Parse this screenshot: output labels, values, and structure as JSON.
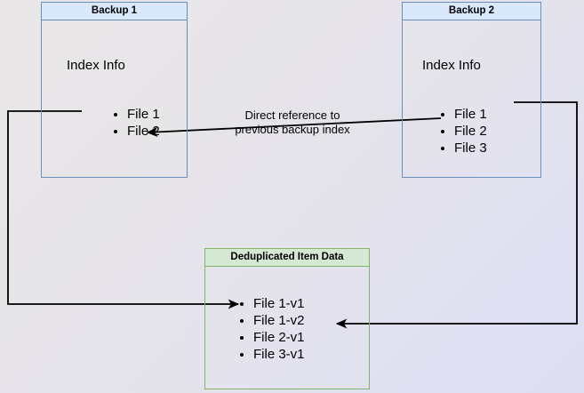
{
  "diagram": {
    "title_hidden": "",
    "background": {
      "from_color": "#e9e7e7",
      "to_color": "#dedef3"
    },
    "colors": {
      "blue_fill": "#dae8fc",
      "blue_stroke": "#6c8ebf",
      "green_fill": "#d5e8d4",
      "green_stroke": "#82b366",
      "edge_stroke": "#000000",
      "text": "#000000"
    },
    "nodes": {
      "backup1": {
        "header": "Backup 1",
        "subtitle": "Index Info",
        "items": [
          "File 1",
          "File 2"
        ]
      },
      "backup2": {
        "header": "Backup 2",
        "subtitle": "Index Info",
        "items": [
          "File 1",
          "File 2",
          "File 3"
        ]
      },
      "dedup": {
        "header": "Deduplicated Item Data",
        "items": [
          "File 1-v1",
          "File 1-v2",
          "File 2-v1",
          "File 3-v1"
        ]
      }
    },
    "edges": {
      "direct_reference_label": "Direct reference to\nprevious backup index"
    }
  }
}
